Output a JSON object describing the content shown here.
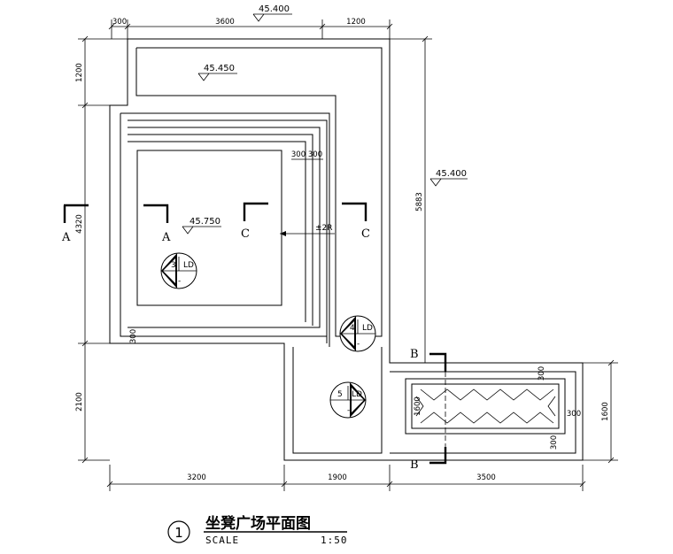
{
  "drawing": {
    "levels": {
      "top": "45.400",
      "inner_l": "45.450",
      "right": "45.400",
      "square": "45.750"
    },
    "dims": {
      "top_300": "300",
      "top_3600": "3600",
      "top_1200": "1200",
      "left_1200": "1200",
      "left_4320": "4320",
      "left_2100": "2100",
      "right_5883": "5883",
      "right_1600": "1600",
      "bottom_3200": "3200",
      "bottom_1900": "1900",
      "bottom_3500": "3500",
      "step_300a": "300",
      "step_300b": "300",
      "step_300c": "300",
      "bench_300_top": "300",
      "bench_300_right": "300",
      "bench_300_bottom": "300",
      "bench_1600": "1600"
    },
    "slope": "±2R",
    "section_marks": {
      "a_left": "A",
      "a_right": "A",
      "c_left": "C",
      "c_right": "C",
      "b_top": "B",
      "b_bottom": "B"
    },
    "detail_markers": [
      {
        "num": "3",
        "code": "LD",
        "sheet": "-"
      },
      {
        "num": "4",
        "code": "LD",
        "sheet": "-"
      },
      {
        "num": "5",
        "code": "LD",
        "sheet": "-"
      }
    ]
  },
  "title_block": {
    "number": "1",
    "title": "坐凳广场平面图",
    "scale_label": "SCALE",
    "scale_value": "1:50"
  }
}
